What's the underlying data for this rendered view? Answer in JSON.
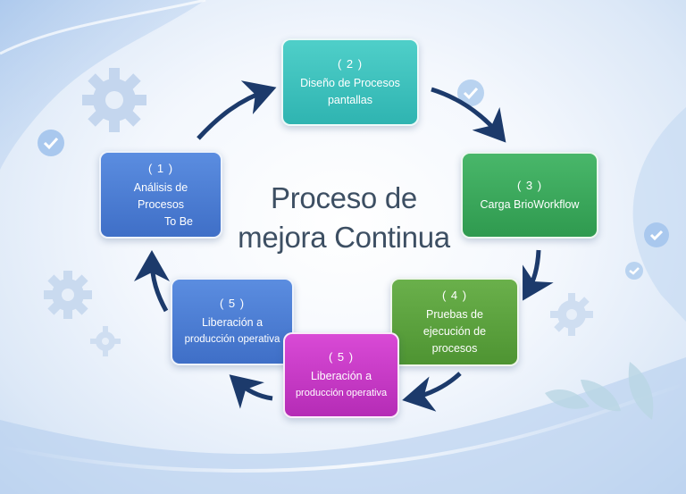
{
  "title": {
    "line1": "Proceso de",
    "line2": "mejora Continua"
  },
  "steps": [
    {
      "num": "( 1 )",
      "lines": [
        "Análisis de",
        "Procesos",
        "To Be"
      ],
      "color": "#4a7fd6"
    },
    {
      "num": "( 2 )",
      "lines": [
        "Diseño de Procesos",
        "pantallas"
      ],
      "color": "#3cc1be"
    },
    {
      "num": "( 3 )",
      "lines": [
        "Carga BrioWorkflow"
      ],
      "color": "#3ea85c"
    },
    {
      "num": "( 4 )",
      "lines": [
        "Pruebas de",
        "ejecución de",
        "procesos"
      ],
      "color": "#5ea33d"
    },
    {
      "num": "( 5 )",
      "lines": [
        "Liberación a",
        "producción operativa"
      ],
      "color": "#c93cc6"
    },
    {
      "num": "( 5 )",
      "lines": [
        "Liberación a",
        "producción operativa"
      ],
      "color": "#4a7fd6"
    }
  ],
  "arrow_color": "#1c3a6b"
}
